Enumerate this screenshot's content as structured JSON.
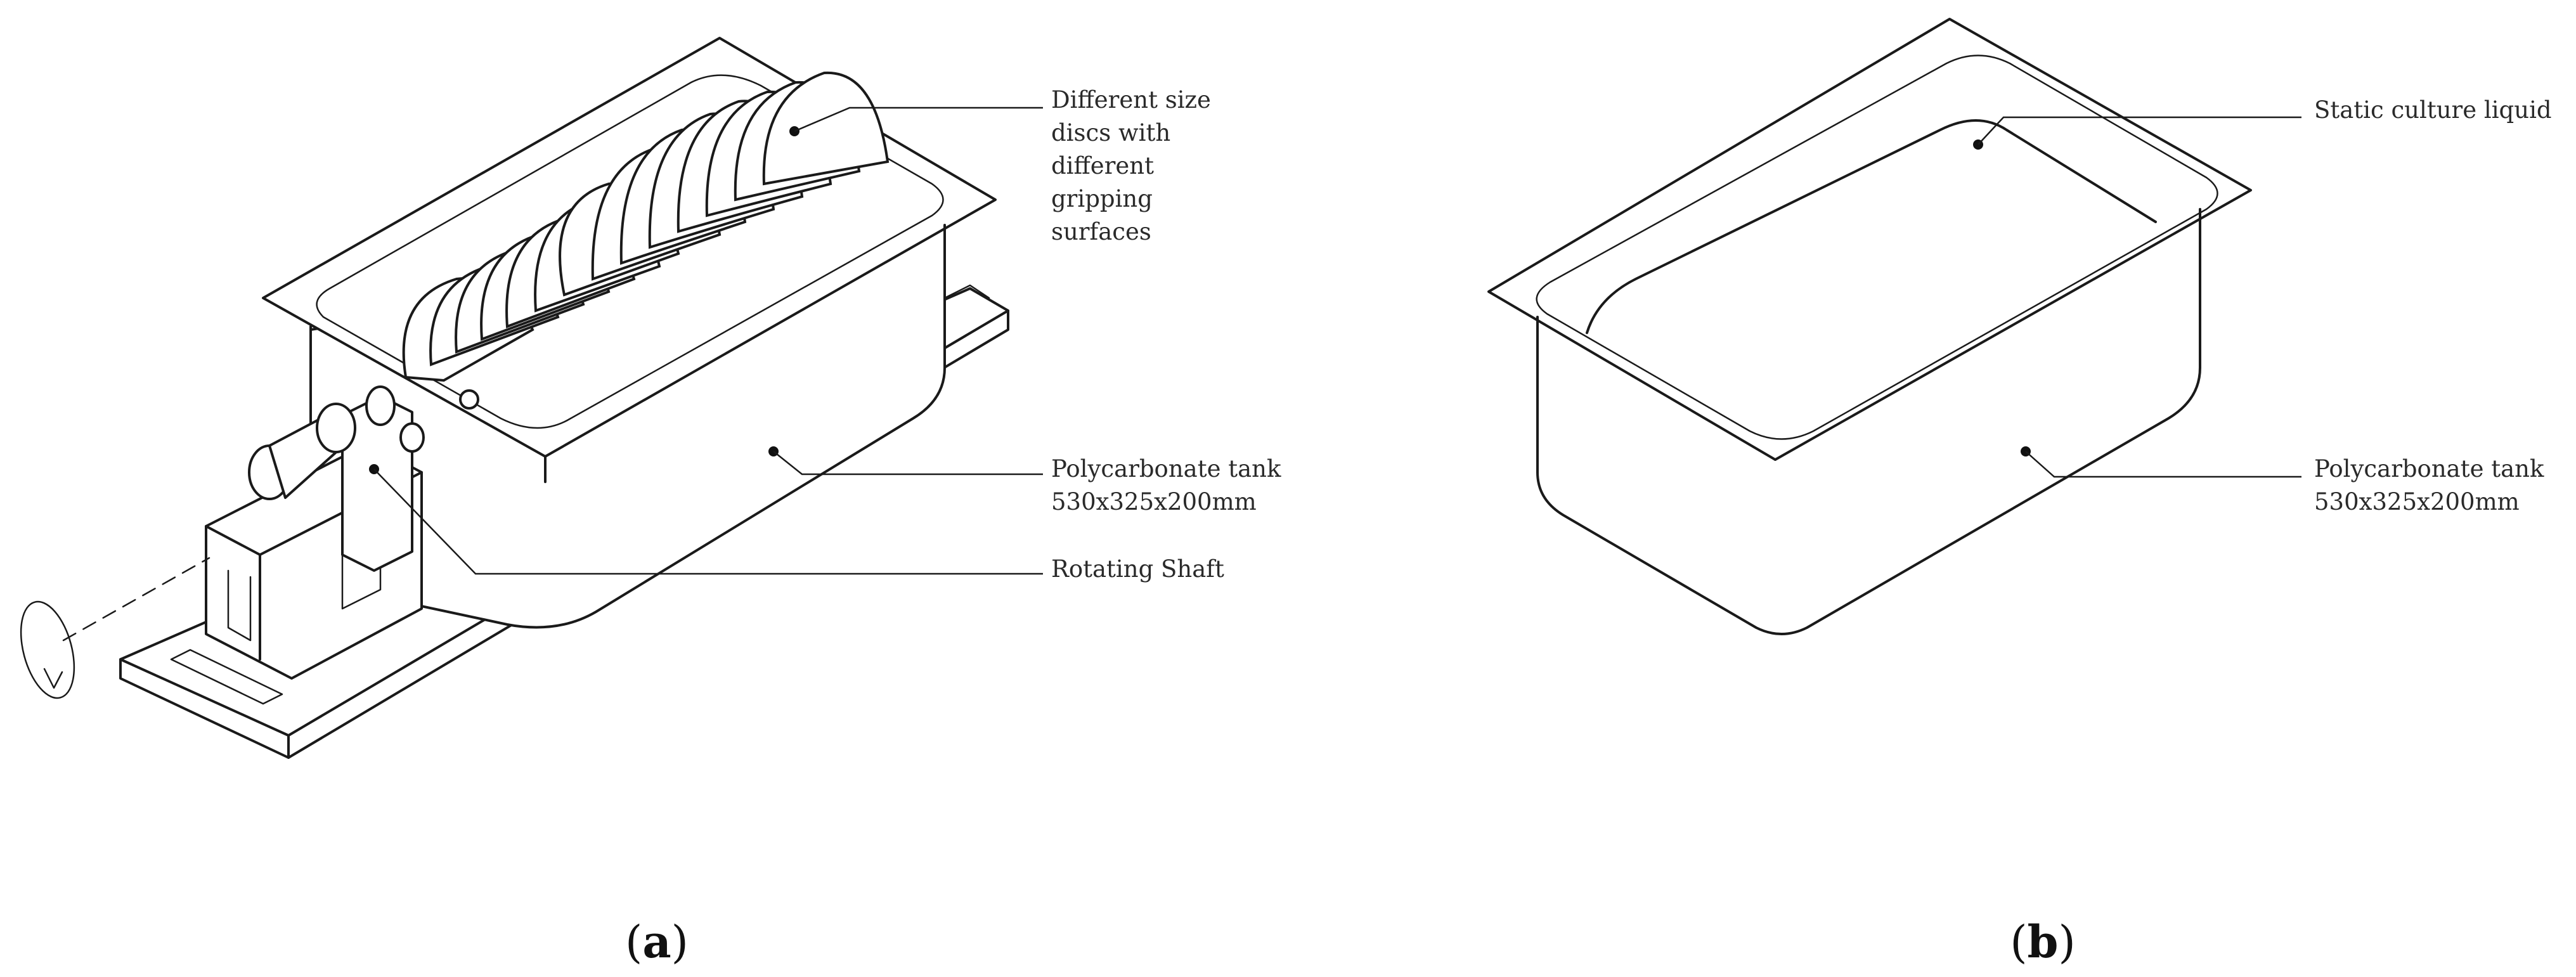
{
  "panel_a": {
    "label_open": "(",
    "label_letter": "a",
    "label_close": ")",
    "callouts": {
      "discs": [
        "Different size",
        "discs with",
        "different",
        "gripping",
        "surfaces"
      ],
      "tank": [
        "Polycarbonate tank",
        "530x325x200mm"
      ],
      "shaft": [
        "Rotating Shaft"
      ]
    }
  },
  "panel_b": {
    "label_open": "(",
    "label_letter": "b",
    "label_close": ")",
    "callouts": {
      "liquid": [
        "Static culture liquid"
      ],
      "tank": [
        "Polycarbonate tank",
        "530x325x200mm"
      ]
    }
  }
}
